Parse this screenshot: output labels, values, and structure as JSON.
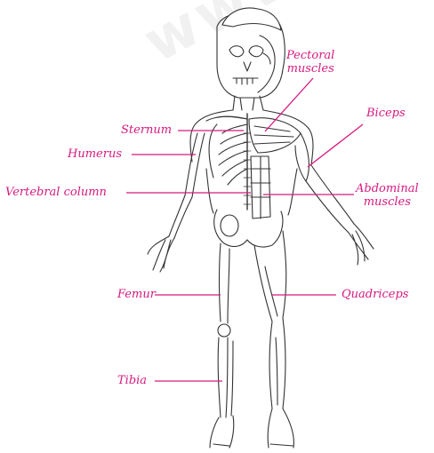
{
  "watermark": "www",
  "accent_color": "#d6197f",
  "labels": {
    "pectoral": "Pectoral\nmuscles",
    "biceps": "Biceps",
    "sternum": "Sternum",
    "humerus": "Humerus",
    "vertebral": "Vertebral column",
    "abdominal": "Abdominal\nmuscles",
    "femur": "Femur",
    "quadriceps": "Quadriceps",
    "tibia": "Tibia"
  }
}
